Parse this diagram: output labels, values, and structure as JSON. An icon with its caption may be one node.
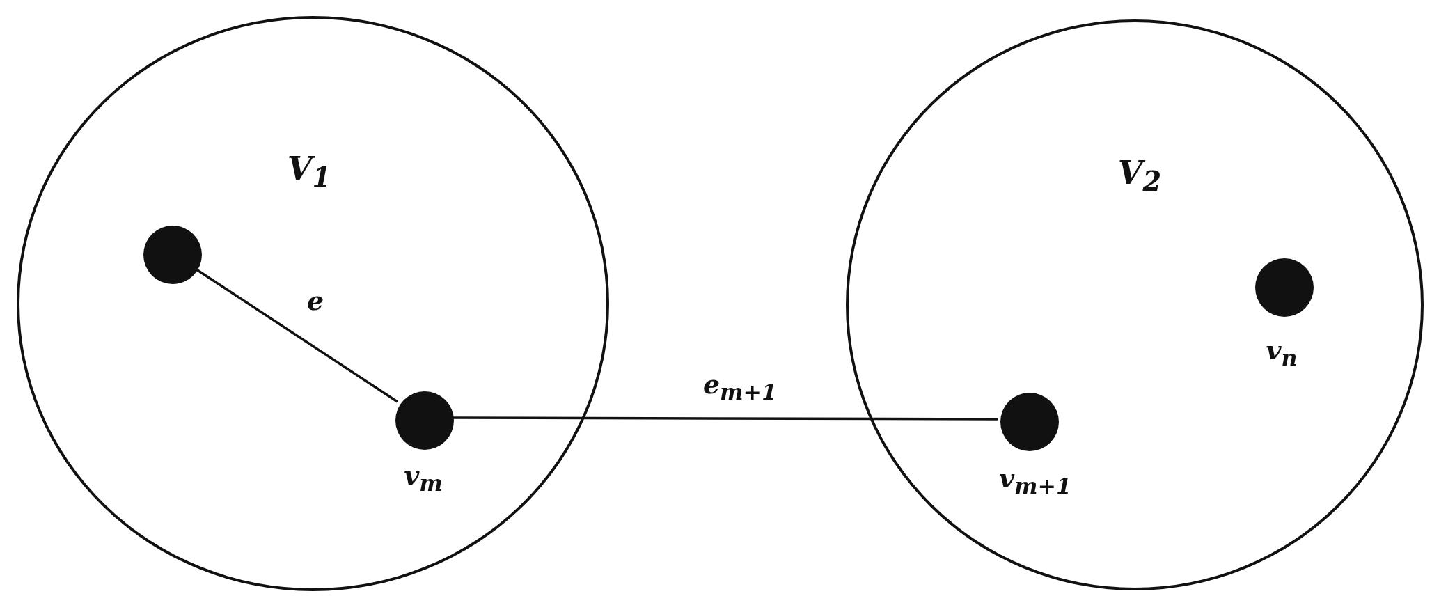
{
  "diagram": {
    "nodes": [
      {
        "text": [
          "V$_{1}$"
        ]
      },
      {
        "text": [],
        "shape": "circle",
        "in": 0
      },
      {
        "text": [],
        "shape": "circle",
        "in": 0,
        "beside": [
          "v$_{m}$"
        ]
      },
      {
        "text": [
          "V$_{2}$"
        ]
      },
      {
        "text": [],
        "shape": "circle",
        "in": 3,
        "beside": [
          "v$_{n}$"
        ]
      },
      {
        "text": [],
        "shape": "circle",
        "in": 3,
        "beside": [
          "v$_{m+1}$"
        ]
      }
    ],
    "edges": [
      {
        "from": 1,
        "to": 2,
        "arrow": "none",
        "label": "e"
      },
      {
        "from": 2,
        "to": 5,
        "arrow": "none",
        "label": "e$_{m+1}$"
      }
    ]
  }
}
